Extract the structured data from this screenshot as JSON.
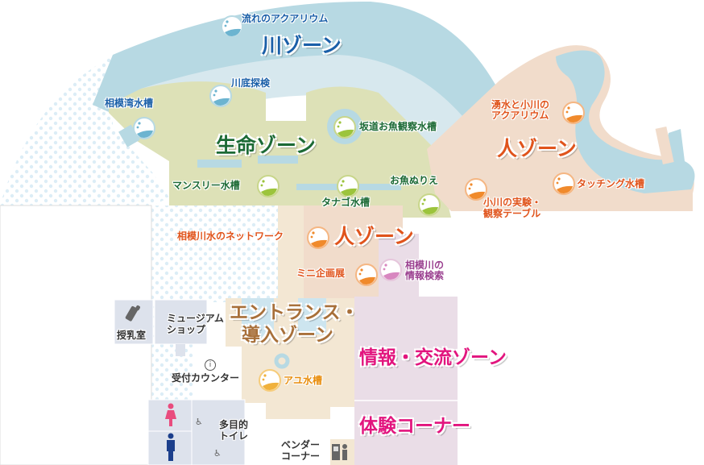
{
  "map": {
    "colors": {
      "river_zone": "#b7d9e3",
      "river_inner": "#d7e8ee",
      "life_zone": "#dde1b7",
      "human_zone": "#f1dccb",
      "entrance_zone": "#f3e7d3",
      "info_zone": "#eadde7",
      "facilities": "#dde2ec",
      "dotted_area": "#e6f3f9"
    },
    "zones": {
      "river": "川ゾーン",
      "life": "生命ゾーン",
      "human_upper": "人ゾーン",
      "human_lower": "人ゾーン",
      "entrance_line1": "エントランス・",
      "entrance_line2": "導入ゾーン",
      "info": "情報・交流ゾーン",
      "experience": "体験コーナー"
    },
    "exhibits": {
      "flowing_aquarium": "流れのアクアリウム",
      "riverbed": "川底探検",
      "sagami_bay": "相模湾水槽",
      "slope_fish": "坂道お魚観察水槽",
      "monthly": "マンスリー水槽",
      "tanago": "タナゴ水槽",
      "fish_coloring": "お魚ぬりえ",
      "spring_line1": "湧水と小川の",
      "spring_line2": "アクアリウム",
      "touching": "タッチング水槽",
      "stream_exp_line1": "小川の実験・",
      "stream_exp_line2": "観察テーブル",
      "network": "相模川水のネットワーク",
      "mini_exhibit": "ミニ企画展",
      "search_line1": "相模川の",
      "search_line2": "情報検索",
      "ayu": "アユ水槽"
    },
    "facilities": {
      "nursing": "授乳室",
      "shop_line1": "ミュージアム",
      "shop_line2": "ショップ",
      "reception": "受付カウンター",
      "info_symbol": "i",
      "toilet_line1": "多目的",
      "toilet_line2": "トイレ",
      "vendor_line1": "ベンダー",
      "vendor_line2": "コーナー"
    }
  }
}
